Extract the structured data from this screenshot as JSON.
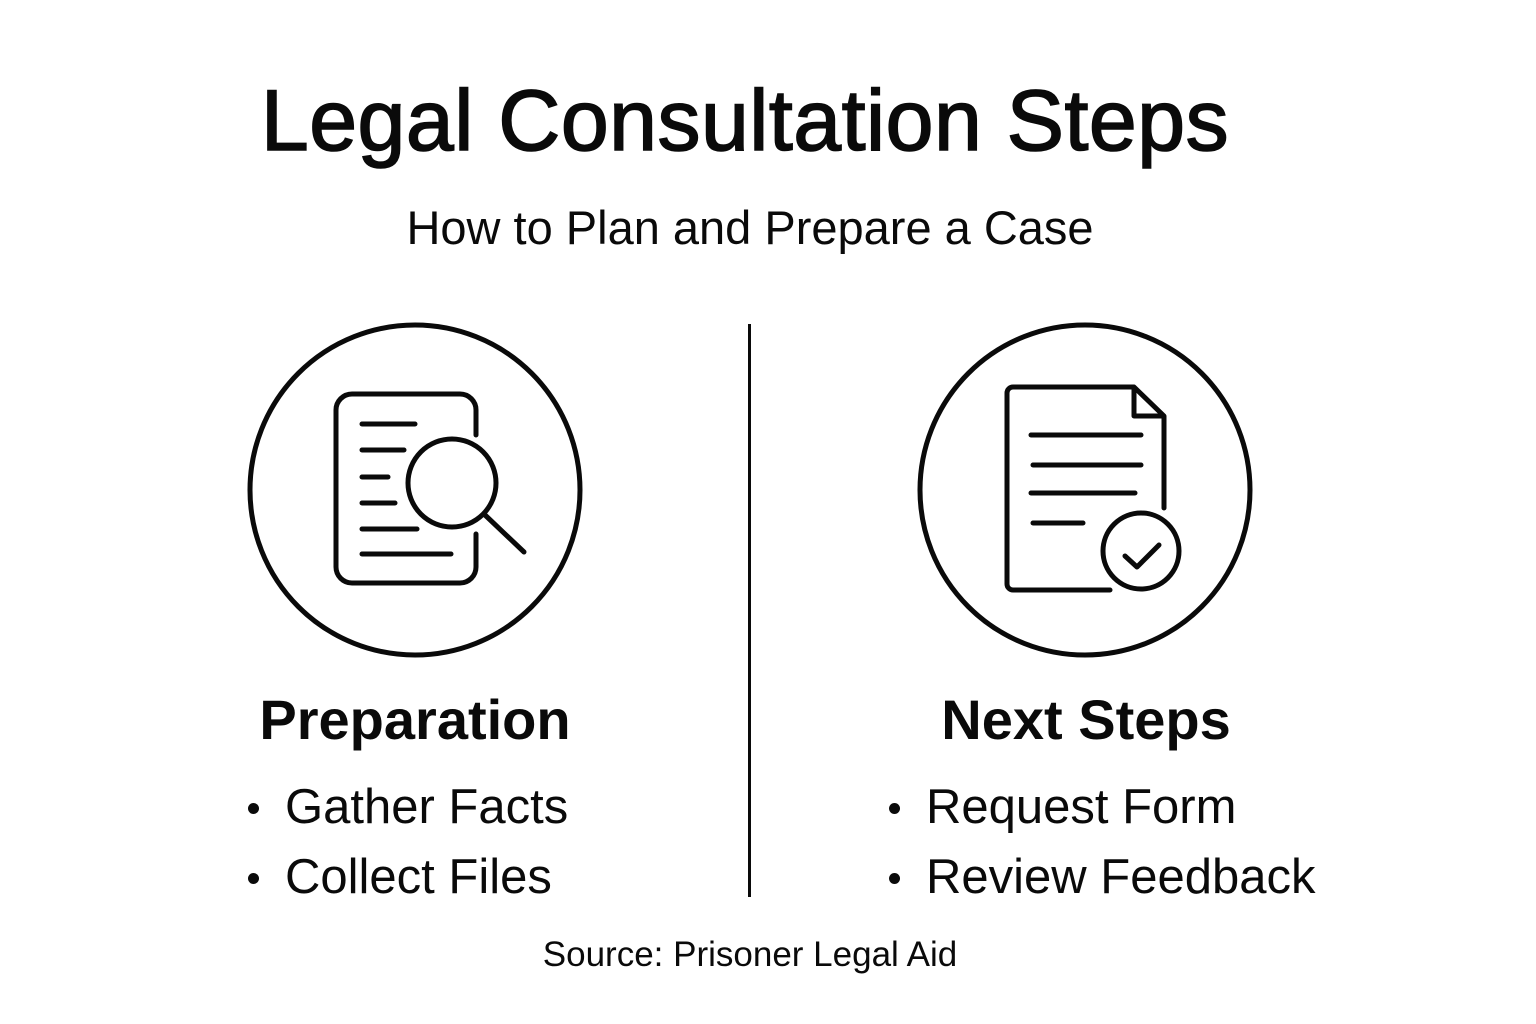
{
  "header": {
    "title": "Legal Consultation Steps",
    "subtitle": "How to Plan and Prepare a Case"
  },
  "columns": [
    {
      "title": "Preparation",
      "icon": "document-search-icon",
      "items": [
        "Gather Facts",
        "Collect Files"
      ]
    },
    {
      "title": "Next Steps",
      "icon": "document-check-icon",
      "items": [
        "Request Form",
        "Review Feedback"
      ]
    }
  ],
  "footer": {
    "source": "Source: Prisoner Legal Aid"
  },
  "colors": {
    "foreground": "#0a0a0a",
    "background": "#ffffff"
  }
}
